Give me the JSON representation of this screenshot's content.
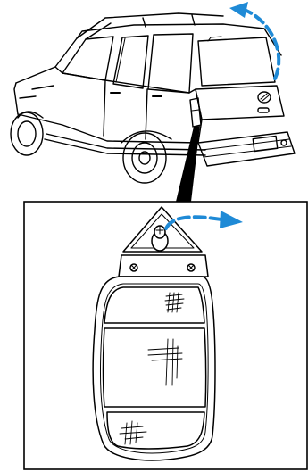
{
  "figure": {
    "panels": [
      "vehicle-rear-view",
      "tail-lamp-detail-inset"
    ]
  },
  "icons": {
    "liftgate_arrow": "curved-up-arrow",
    "screw_arrow": "curved-right-arrow",
    "callout": "pointer-wedge",
    "screw": "wing-screw"
  },
  "colors": {
    "line": "#000000",
    "background": "#ffffff",
    "arrow": "#1f8ad6"
  }
}
